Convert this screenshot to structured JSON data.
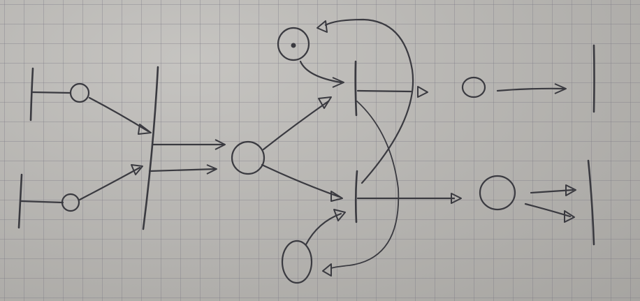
{
  "diagram": {
    "style": "hand-drawn sketch on grid paper",
    "ink_color": "#3a3a40",
    "paper_color": "#b9b7b3",
    "grid_color": "#7d7b86",
    "node_shapes": [
      "bar",
      "circle",
      "arrow"
    ]
  }
}
